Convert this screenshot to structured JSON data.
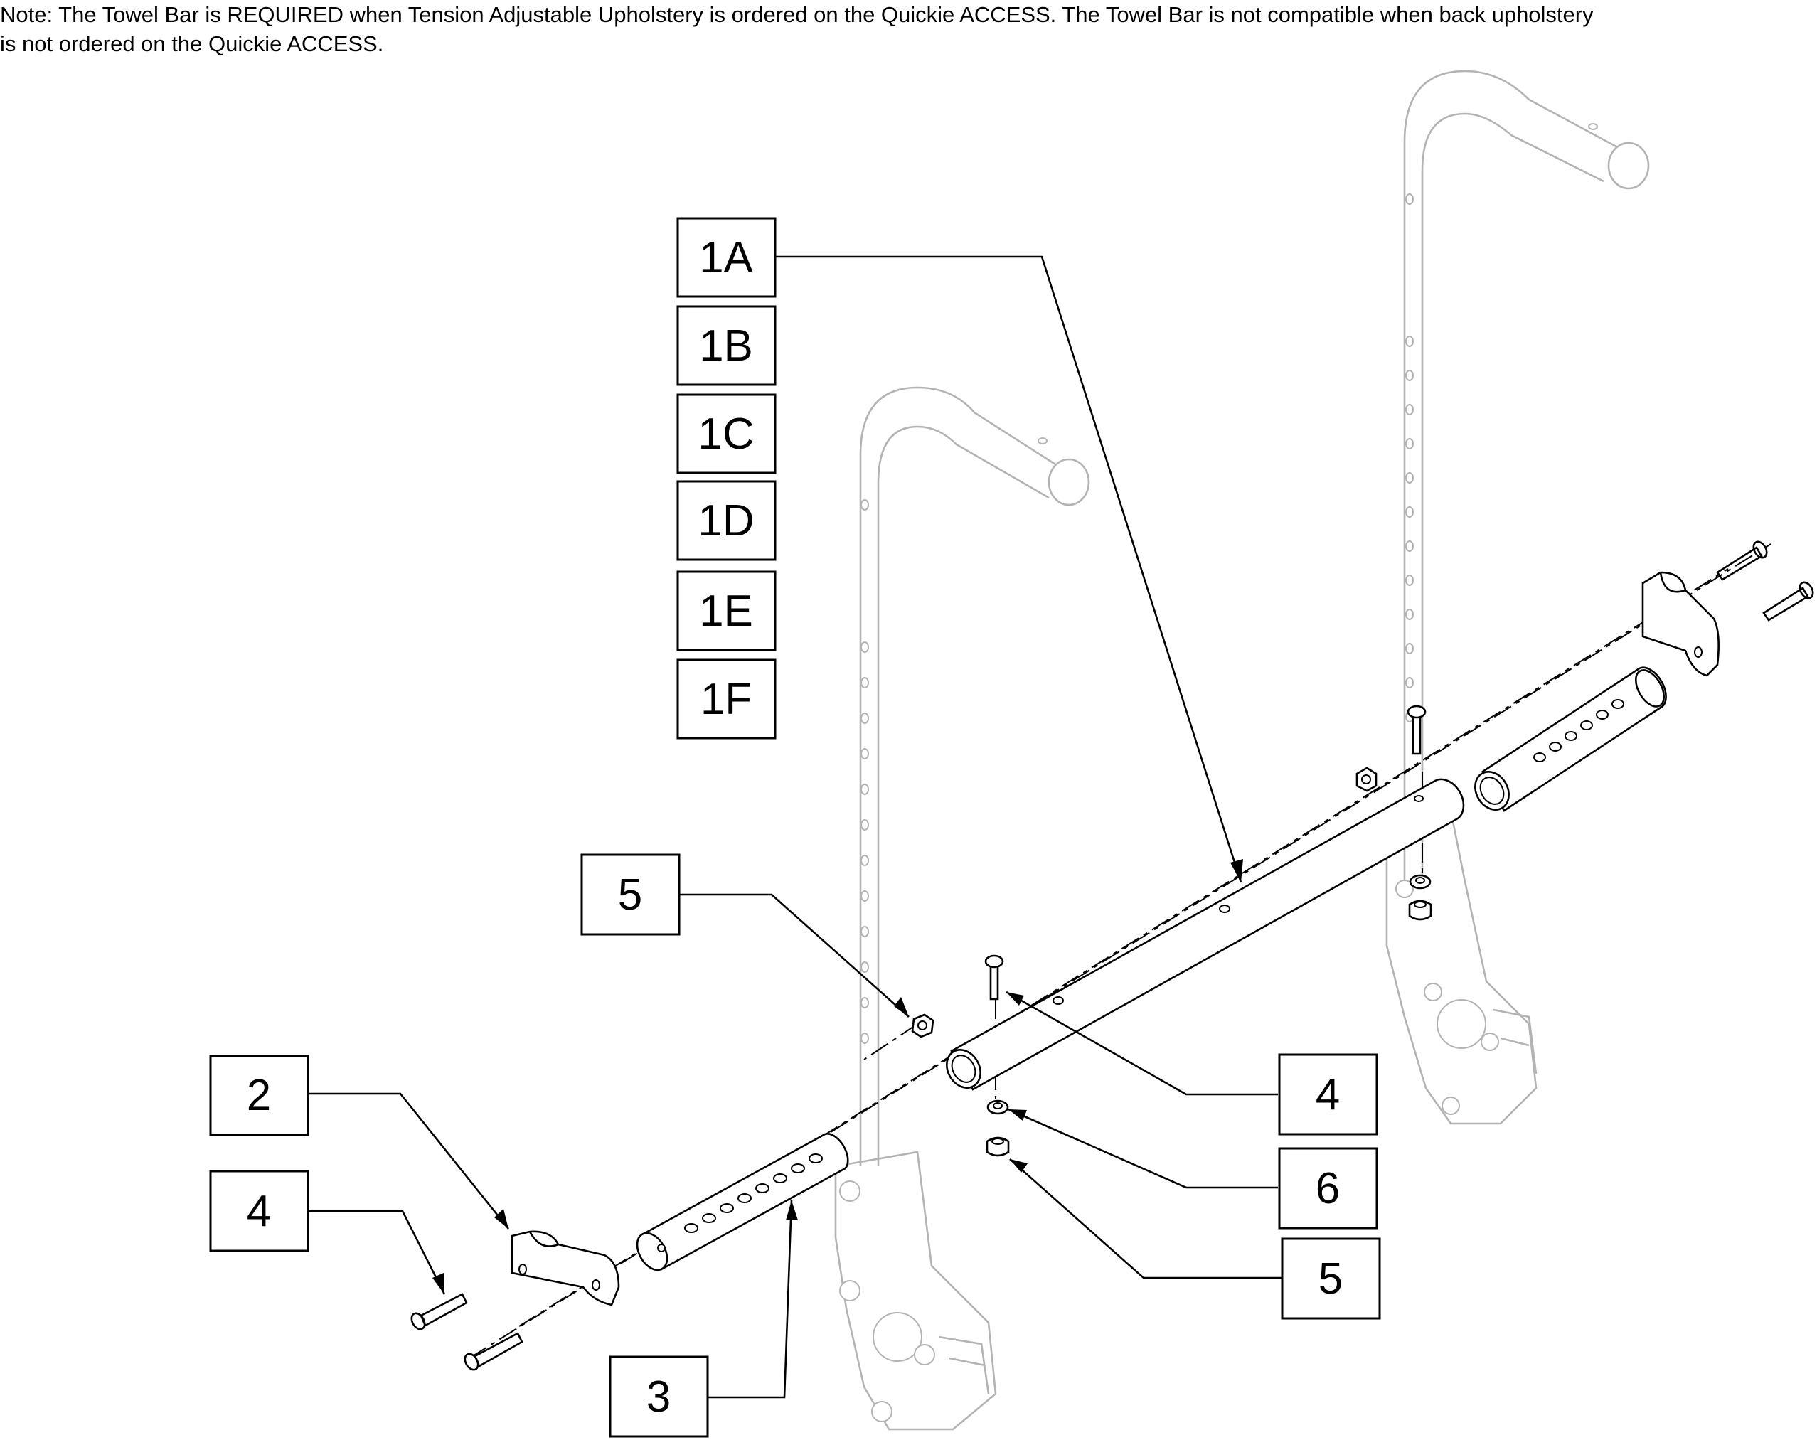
{
  "note": {
    "line1": "Note: The Towel Bar is REQUIRED when Tension Adjustable Upholstery is ordered on the Quickie ACCESS. The Towel Bar is not compatible when back upholstery",
    "line2": " is not ordered on the Quickie ACCESS."
  },
  "callouts": {
    "c1a": "1A",
    "c1b": "1B",
    "c1c": "1C",
    "c1d": "1D",
    "c1e": "1E",
    "c1f": "1F",
    "c2": "2",
    "c3": "3",
    "c4_left": "4",
    "c4_right": "4",
    "c5_upper": "5",
    "c5_lower": "5",
    "c6": "6"
  }
}
